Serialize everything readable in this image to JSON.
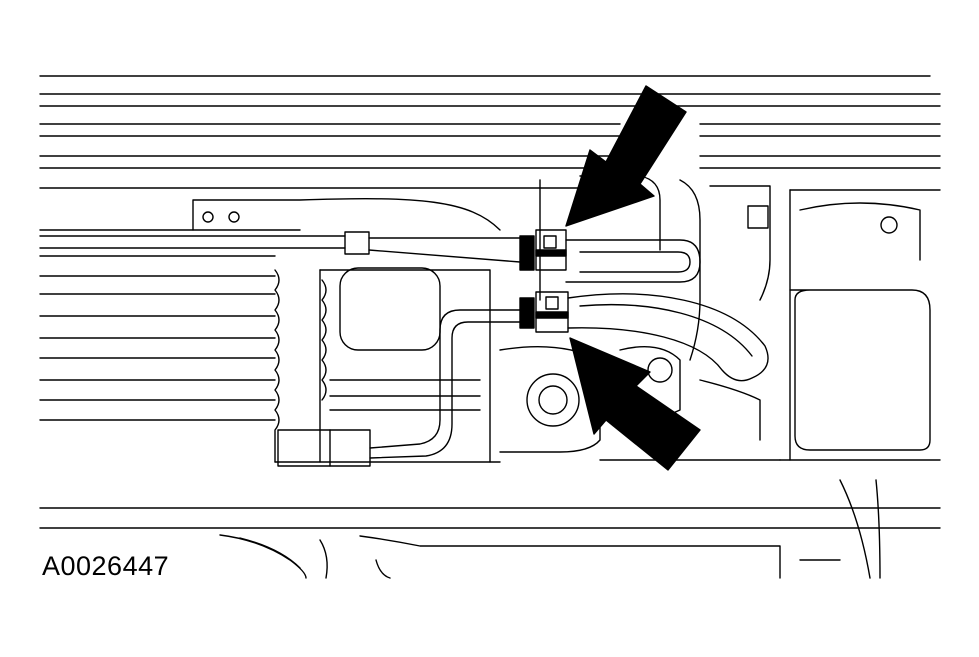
{
  "figure": {
    "id_label": "A0026447"
  },
  "colors": {
    "line": "#000000",
    "background": "#ffffff"
  },
  "icons": [
    "arrow-icon-upper",
    "arrow-icon-lower"
  ]
}
